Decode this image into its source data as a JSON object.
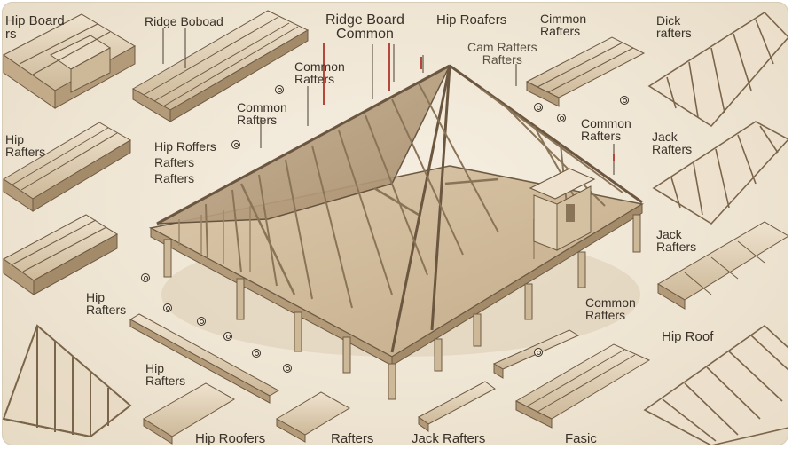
{
  "labels": {
    "hip_board_tl": "Hip Board\nrs",
    "ridge_boboad": "Ridge Boboad",
    "ridge_board_common": "Ridge Board\nCommon",
    "hip_roafers_top": "Hip Roafers",
    "cimmon_rafters": "Cimmon\nRafters",
    "dick_rafters": "Dick\nrafters",
    "cam_rafters": "Cam Rafters\nRafters",
    "common_rafters_upper": "Common\nRafters",
    "common_rafters_mid": "Common\nRafters",
    "common_rafters_right": "Common\nRafters",
    "hip_rofters_rafters": "Hip Roffers\nRafters\nRafters",
    "hip_rafters_left_top": "Hip\nRafters",
    "jack_rafters_r1": "Jack\nRafters",
    "jack_rafters_r2": "Jack\nRafters",
    "hip_rafters_left_mid": "Hip\nRafters",
    "common_rafters_low_right": "Common\nRafters",
    "hip_roof": "Hip Roof",
    "hip_rafters_bottom": "Hip\nRafters",
    "hip_roofers_bottom": "Hip Roofers",
    "rafters_bottom": "Rafters",
    "jack_rafters_bottom": "Jack Rafters",
    "fasic": "Fasic"
  },
  "colors": {
    "background": "#eee4d2",
    "wood_light": "#e6d6bd",
    "wood_mid": "#cdb898",
    "wood_dark": "#8a7457",
    "ink": "#3a3128",
    "accent_red": "#b5483c"
  }
}
